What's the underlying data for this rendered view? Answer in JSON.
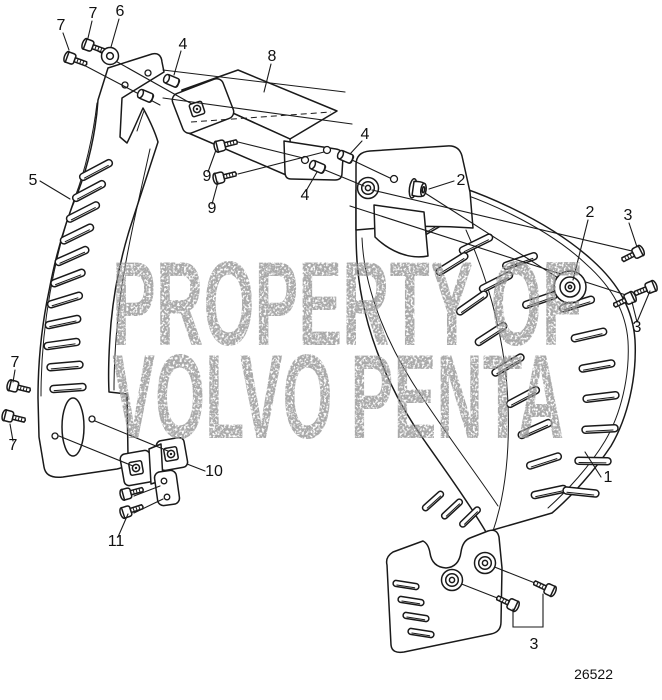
{
  "figure_number": "26522",
  "watermark": {
    "line1": "PROPERTY OF",
    "line2": "VOLVO PENTA"
  },
  "colors": {
    "background": "#ffffff",
    "line_art": "#1a1a1a",
    "watermark": "#9b9b9b"
  },
  "callouts": [
    {
      "id": "7-a",
      "label": "7"
    },
    {
      "id": "7-b",
      "label": "7"
    },
    {
      "id": "6",
      "label": "6"
    },
    {
      "id": "4-a",
      "label": "4"
    },
    {
      "id": "8",
      "label": "8"
    },
    {
      "id": "4-b",
      "label": "4"
    },
    {
      "id": "4-c",
      "label": "4"
    },
    {
      "id": "9-a",
      "label": "9"
    },
    {
      "id": "9-b",
      "label": "9"
    },
    {
      "id": "2-a",
      "label": "2"
    },
    {
      "id": "2-b",
      "label": "2"
    },
    {
      "id": "3-a",
      "label": "3"
    },
    {
      "id": "3-b",
      "label": "3"
    },
    {
      "id": "5",
      "label": "5"
    },
    {
      "id": "7-c",
      "label": "7"
    },
    {
      "id": "7-d",
      "label": "7"
    },
    {
      "id": "10",
      "label": "10"
    },
    {
      "id": "11",
      "label": "11"
    },
    {
      "id": "1",
      "label": "1"
    },
    {
      "id": "3-c",
      "label": "3"
    }
  ]
}
